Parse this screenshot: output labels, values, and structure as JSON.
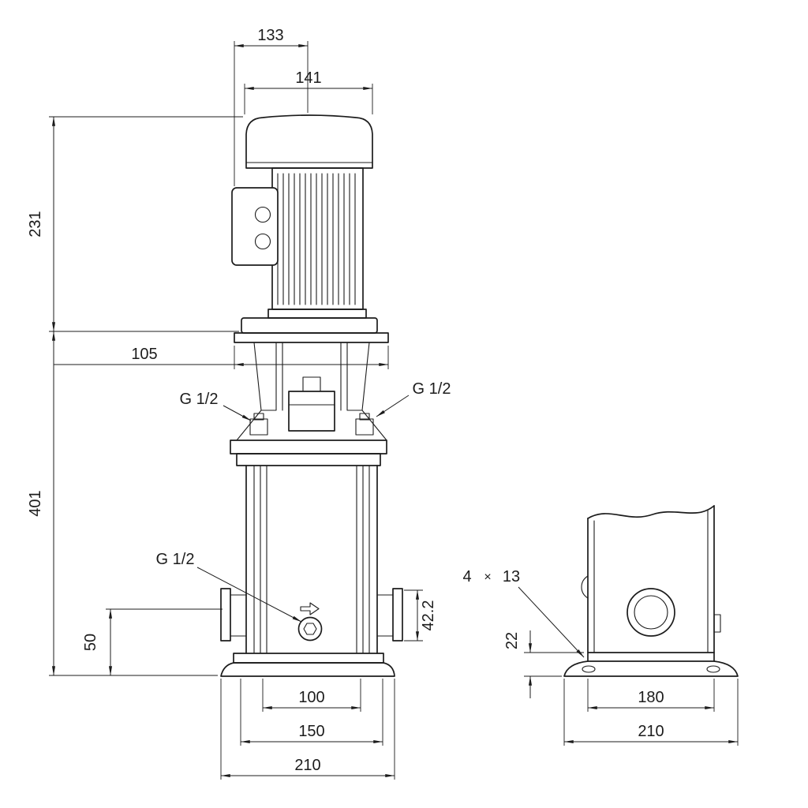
{
  "colors": {
    "line": "#1c1c1c",
    "background": "#ffffff"
  },
  "front_view": {
    "dims": {
      "d133": "133",
      "d141": "141",
      "d231": "231",
      "d105": "105",
      "d401": "401",
      "d50": "50",
      "d42_2": "42.2",
      "d100": "100",
      "d150": "150",
      "d210": "210"
    },
    "labels": {
      "plug_top_left": "G 1/2",
      "plug_top_right": "G 1/2",
      "drain_plug": "G 1/2"
    }
  },
  "side_view": {
    "dims": {
      "d22": "22",
      "d180": "180",
      "d210": "210"
    },
    "labels": {
      "hole_count": "4",
      "times_sign": "×",
      "hole_size": "13"
    }
  }
}
